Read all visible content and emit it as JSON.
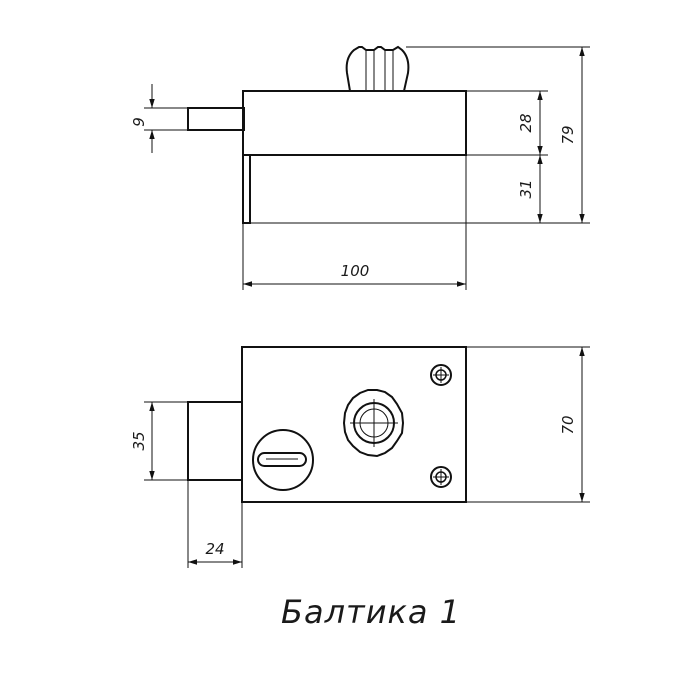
{
  "title": "Балтика 1",
  "dimensions": {
    "bolt_height": "9",
    "body_height": "28",
    "total_height": "79",
    "plate_height": "31",
    "body_length": "100",
    "bolt_front_height": "35",
    "bolt_projection": "24",
    "front_height": "70"
  }
}
